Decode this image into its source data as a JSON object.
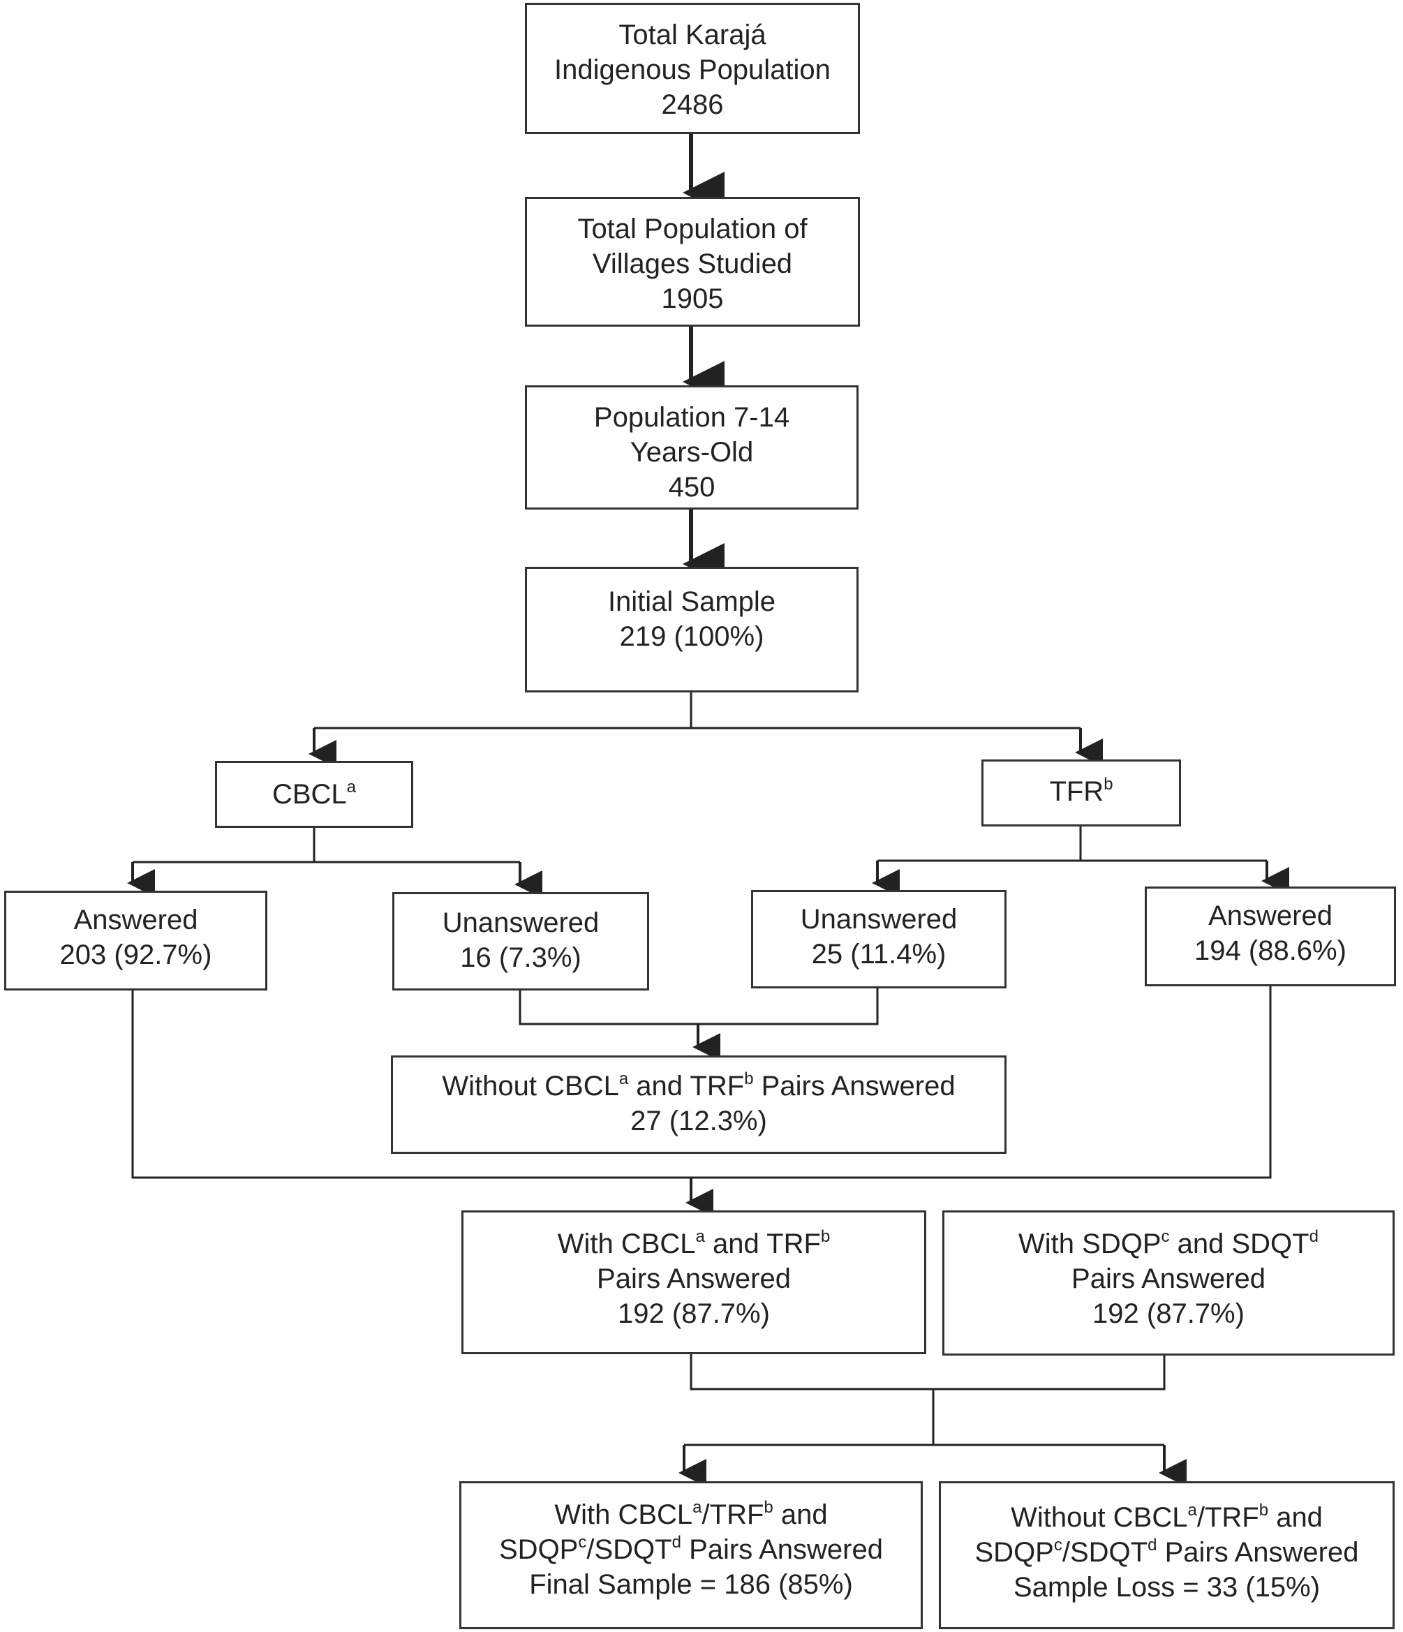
{
  "nodes": {
    "total_pop": {
      "lines": [
        "Total Karajá",
        "Indigenous Population",
        "2486"
      ]
    },
    "villages": {
      "lines": [
        "Total Population of",
        "Villages Studied",
        "1905"
      ]
    },
    "age_pop": {
      "lines": [
        "Population 7-14",
        "Years-Old",
        "450"
      ]
    },
    "initial": {
      "lines": [
        "Initial Sample",
        "219 (100%)"
      ]
    },
    "cbcl": {
      "label": "CBCL",
      "sup": "a"
    },
    "tfr": {
      "label": "TFR",
      "sup": "b"
    },
    "cbcl_answered": {
      "lines": [
        "Answered",
        "203 (92.7%)"
      ]
    },
    "cbcl_unanswered": {
      "lines": [
        "Unanswered",
        "16 (7.3%)"
      ]
    },
    "tfr_unanswered": {
      "lines": [
        "Unanswered",
        "25 (11.4%)"
      ]
    },
    "tfr_answered": {
      "lines": [
        "Answered",
        "194 (88.6%)"
      ]
    },
    "without_pairs": {
      "p1": "Without CBCL",
      "s1": "a",
      "p2": " and TRF",
      "s2": "b",
      "p3": " Pairs Answered",
      "line2": "27 (12.3%)"
    },
    "with_pairs": {
      "p1": "With CBCL",
      "s1": "a",
      "p2": " and TRF",
      "s2": "b",
      "line2": "Pairs Answered",
      "line3": "192 (87.7%)"
    },
    "with_sdq": {
      "p1": "With SDQP",
      "s1": "c",
      "p2": " and SDQT",
      "s2": "d",
      "line2": "Pairs Answered",
      "line3": "192 (87.7%)"
    },
    "final": {
      "l1p1": "With CBCL",
      "l1s1": "a",
      "l1p2": "/TRF",
      "l1s2": "b",
      "l1p3": " and",
      "l2p1": "SDQP",
      "l2s1": "c",
      "l2p2": "/SDQT",
      "l2s2": "d",
      "l2p3": " Pairs Answered",
      "line3": "Final Sample = 186 (85%)"
    },
    "loss": {
      "l1p1": "Without CBCL",
      "l1s1": "a",
      "l1p2": "/TRF",
      "l1s2": "b",
      "l1p3": " and",
      "l2p1": "SDQP",
      "l2s1": "c",
      "l2p2": "/SDQT",
      "l2s2": "d",
      "l2p3": " Pairs Answered",
      "line3": "Sample Loss = 33 (15%)"
    }
  }
}
